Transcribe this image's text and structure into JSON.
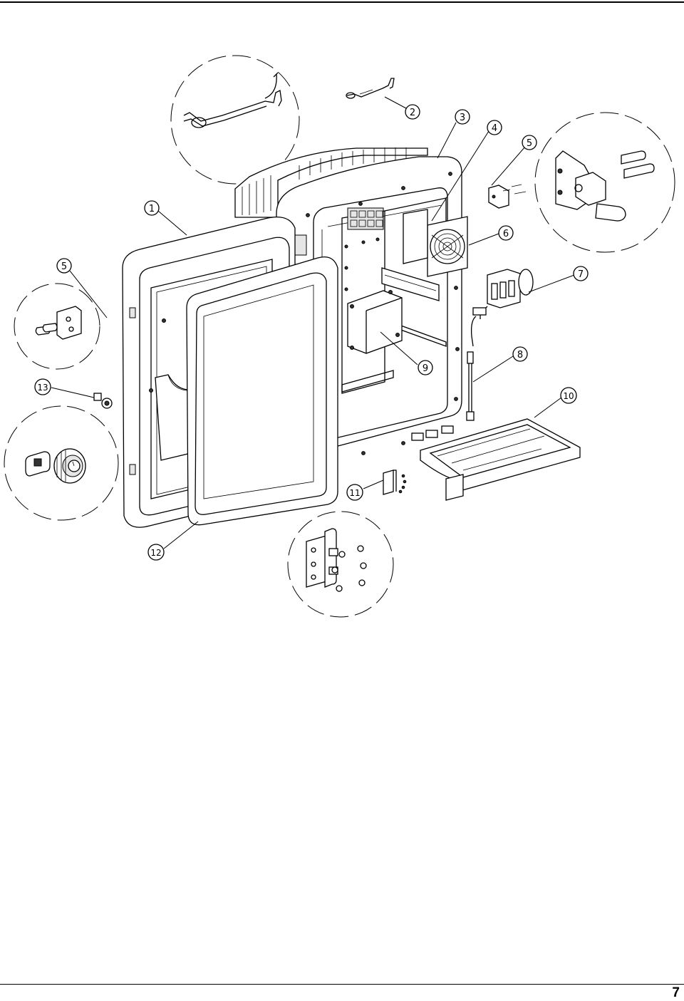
{
  "page": {
    "number": "7"
  },
  "callouts": [
    {
      "id": "c1",
      "label": "1"
    },
    {
      "id": "c2",
      "label": "2"
    },
    {
      "id": "c3",
      "label": "3"
    },
    {
      "id": "c4",
      "label": "4"
    },
    {
      "id": "c5a",
      "label": "5"
    },
    {
      "id": "c5b",
      "label": "5"
    },
    {
      "id": "c6",
      "label": "6"
    },
    {
      "id": "c7",
      "label": "7"
    },
    {
      "id": "c8",
      "label": "8"
    },
    {
      "id": "c9",
      "label": "9"
    },
    {
      "id": "c10",
      "label": "10"
    },
    {
      "id": "c11",
      "label": "11"
    },
    {
      "id": "c12",
      "label": "12"
    },
    {
      "id": "c13",
      "label": "13"
    }
  ]
}
